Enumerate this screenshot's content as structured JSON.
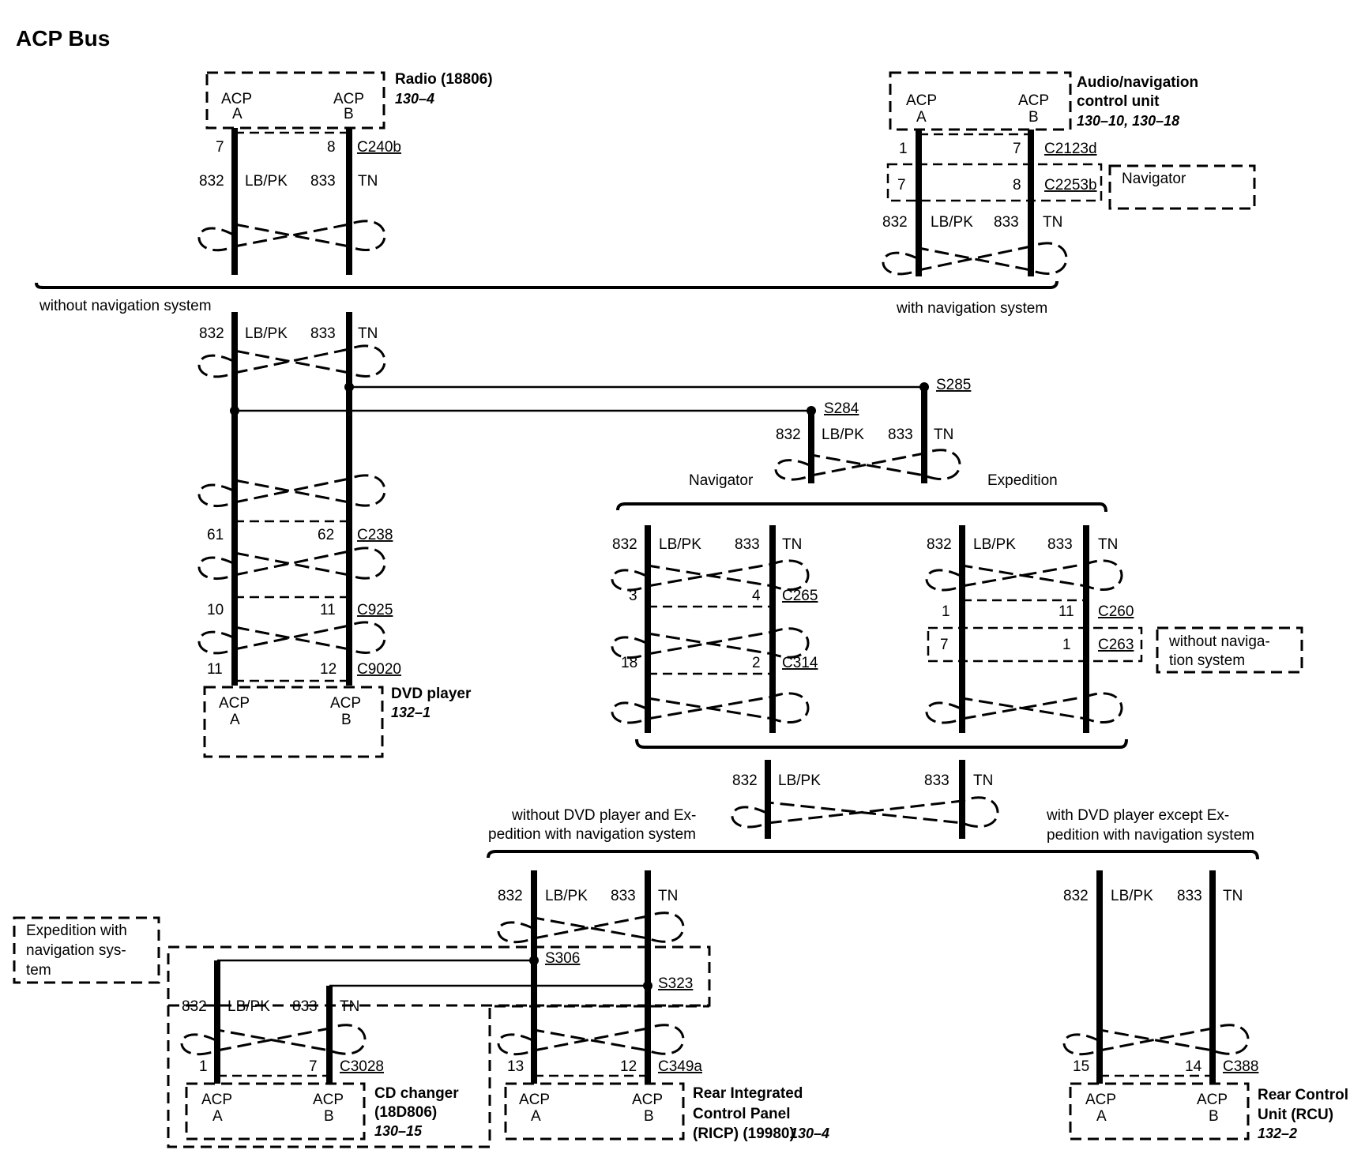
{
  "title": "ACP Bus",
  "wire_a": {
    "circuit": "832",
    "color": "LB/PK"
  },
  "wire_b": {
    "circuit": "833",
    "color": "TN"
  },
  "acp_label": "ACP",
  "pin_a_label": "A",
  "pin_b_label": "B",
  "radio": {
    "name": "Radio (18806)",
    "ref": "130–4",
    "pin_a": "7",
    "pin_b": "8",
    "connector": "C240b"
  },
  "audio_nav_unit": {
    "name_line1": "Audio/navigation",
    "name_line2": "control unit",
    "ref": "130–10, 130–18",
    "pin_a": "1",
    "pin_b": "7",
    "connector": "C2123d",
    "inline_pin_a": "7",
    "inline_pin_b": "8",
    "inline_connector": "C2253b",
    "note": "Navigator"
  },
  "branch_labels": {
    "without_nav": "without navigation system",
    "with_nav": "with navigation system"
  },
  "splices": {
    "s285": "S285",
    "s284": "S284",
    "s306": "S306",
    "s323": "S323"
  },
  "vehicle_labels": {
    "navigator": "Navigator",
    "expedition": "Expedition"
  },
  "dvd_path": {
    "c238": {
      "pin_a": "61",
      "pin_b": "62",
      "connector": "C238"
    },
    "c925": {
      "pin_a": "10",
      "pin_b": "11",
      "connector": "C925"
    },
    "c9020": {
      "pin_a": "11",
      "pin_b": "12",
      "connector": "C9020"
    },
    "name": "DVD player",
    "ref": "132–1"
  },
  "navigator_path": {
    "c265": {
      "pin_a": "3",
      "pin_b": "4",
      "connector": "C265"
    },
    "c314": {
      "pin_a": "18",
      "pin_b": "2",
      "connector": "C314"
    }
  },
  "expedition_path": {
    "c260": {
      "pin_a": "1",
      "pin_b": "11",
      "connector": "C260"
    },
    "c263": {
      "pin_a": "7",
      "pin_b": "1",
      "connector": "C263"
    },
    "note_line1": "without naviga-",
    "note_line2": "tion system"
  },
  "lower_branches": {
    "left_line1": "without DVD player and Ex-",
    "left_line2": "pedition with navigation system",
    "right_line1": "with DVD player except Ex-",
    "right_line2": "pedition with navigation system"
  },
  "expedition_nav_note": {
    "line1": "Expedition with",
    "line2": "navigation sys-",
    "line3": "tem"
  },
  "cd_changer": {
    "pin_a": "1",
    "pin_b": "7",
    "connector": "C3028",
    "name_line1": "CD changer",
    "name_line2": "(18D806)",
    "ref": "130–15"
  },
  "ricp": {
    "pin_a": "13",
    "pin_b": "12",
    "connector": "C349a",
    "name_line1": "Rear Integrated",
    "name_line2": "Control Panel",
    "name_line3": "(RICP) (19980)",
    "ref": "130–4"
  },
  "rcu": {
    "pin_a": "15",
    "pin_b": "14",
    "connector": "C388",
    "name_line1": "Rear Control",
    "name_line2": "Unit (RCU)",
    "ref": "132–2"
  }
}
